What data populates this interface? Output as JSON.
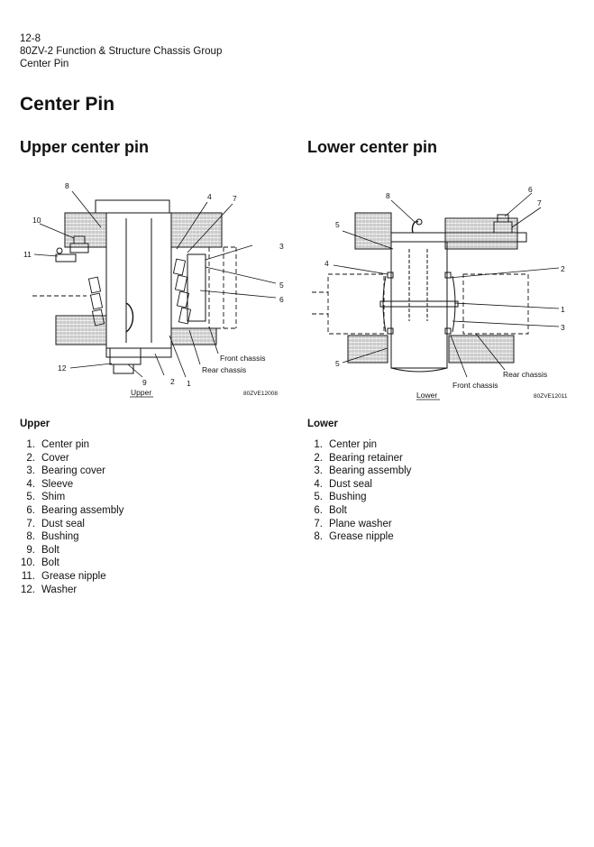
{
  "header": {
    "page_number": "12-8",
    "manual": "80ZV-2 Function & Structure Chassis Group",
    "section": "Center Pin"
  },
  "title": "Center Pin",
  "upper": {
    "heading": "Upper center pin",
    "figure": {
      "callouts": [
        "8",
        "4",
        "7",
        "10",
        "11",
        "3",
        "5",
        "6",
        "12",
        "9",
        "2",
        "1"
      ],
      "label_front_chassis": "Front chassis",
      "label_rear_chassis": "Rear chassis",
      "caption": "Upper",
      "code": "80ZVE12008"
    },
    "list_title": "Upper",
    "parts": [
      {
        "num": "1.",
        "name": "Center pin"
      },
      {
        "num": "2.",
        "name": "Cover"
      },
      {
        "num": "3.",
        "name": "Bearing cover"
      },
      {
        "num": "4.",
        "name": "Sleeve"
      },
      {
        "num": "5.",
        "name": "Shim"
      },
      {
        "num": "6.",
        "name": "Bearing assembly"
      },
      {
        "num": "7.",
        "name": "Dust seal"
      },
      {
        "num": "8.",
        "name": "Bushing"
      },
      {
        "num": "9.",
        "name": "Bolt"
      },
      {
        "num": "10.",
        "name": "Bolt"
      },
      {
        "num": "11.",
        "name": "Grease nipple"
      },
      {
        "num": "12.",
        "name": "Washer"
      }
    ]
  },
  "lower": {
    "heading": "Lower center pin",
    "figure": {
      "callouts": [
        "8",
        "6",
        "7",
        "5",
        "4",
        "2",
        "1",
        "3",
        "5"
      ],
      "label_rear_chassis": "Rear chassis",
      "label_front_chassis": "Front chassis",
      "caption": "Lower",
      "code": "80ZVE12011"
    },
    "list_title": "Lower",
    "parts": [
      {
        "num": "1.",
        "name": "Center pin"
      },
      {
        "num": "2.",
        "name": "Bearing retainer"
      },
      {
        "num": "3.",
        "name": "Bearing assembly"
      },
      {
        "num": "4.",
        "name": "Dust seal"
      },
      {
        "num": "5.",
        "name": "Bushing"
      },
      {
        "num": "6.",
        "name": "Bolt"
      },
      {
        "num": "7.",
        "name": "Plane washer"
      },
      {
        "num": "8.",
        "name": "Grease nipple"
      }
    ]
  }
}
